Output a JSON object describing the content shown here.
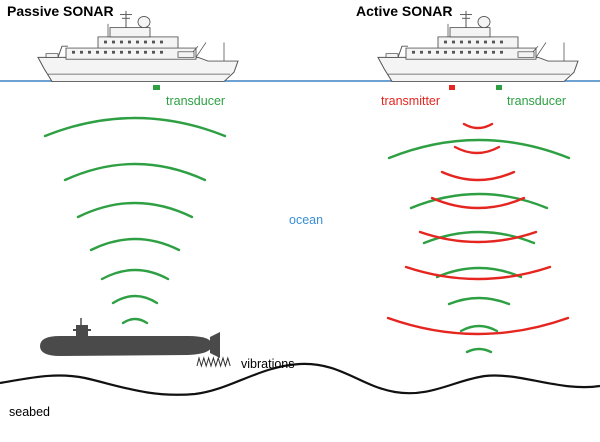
{
  "diagram": {
    "passive": {
      "title": "Passive SONAR",
      "transducer_label": "transducer",
      "vibrations_label": "vibrations"
    },
    "active": {
      "title": "Active SONAR",
      "transmitter_label": "transmitter",
      "transducer_label": "transducer"
    },
    "ocean_label": "ocean",
    "seabed_label": "seabed",
    "colors": {
      "water_line": "#3b82c4",
      "ocean_text": "#3b8fd6",
      "transducer": "#2ea043",
      "transmitter": "#e52520",
      "ship": "#555555",
      "submarine": "#4a4a4a",
      "seabed": "#111111"
    }
  }
}
